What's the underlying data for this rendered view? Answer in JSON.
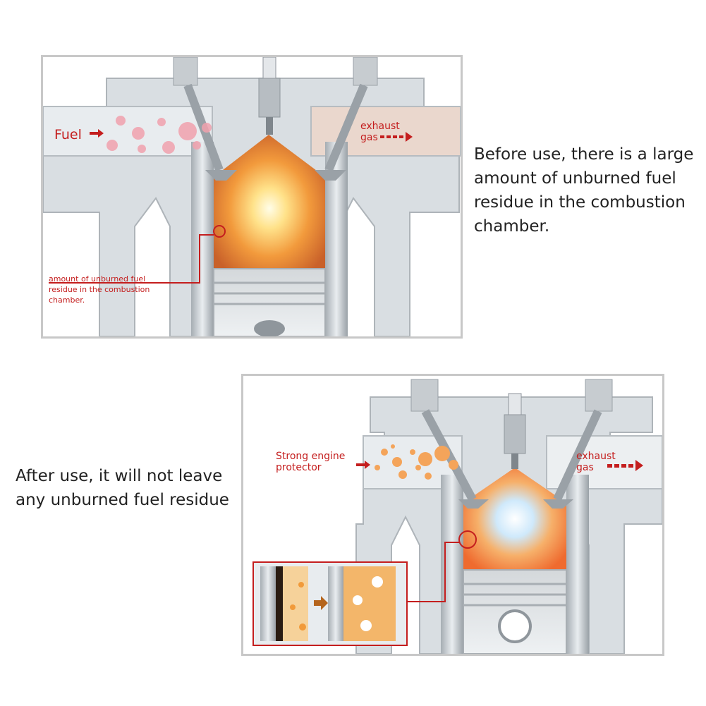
{
  "before": {
    "caption_lines": [
      "Before use, there is a large",
      "amount of unburned fuel",
      "residue in the combustion",
      "chamber."
    ],
    "fuel_label": "Fuel",
    "exhaust_label_line1": "exhaust",
    "exhaust_label_line2": "gas",
    "callout_lines": [
      "amount of unburned fuel",
      "residue in the combustion",
      "chamber."
    ]
  },
  "after": {
    "caption_lines": [
      "After use, it will not leave",
      "any unburned fuel residue"
    ],
    "protector_label_line1": "Strong engine",
    "protector_label_line2": "protector",
    "exhaust_label_line1": "exhaust",
    "exhaust_label_line2": "gas"
  },
  "colors": {
    "accent_red": "#c41e1e",
    "metal": "#b9c0c6",
    "flame_orange": "#f08a2a",
    "flame_blue": "#cfe9fb"
  }
}
